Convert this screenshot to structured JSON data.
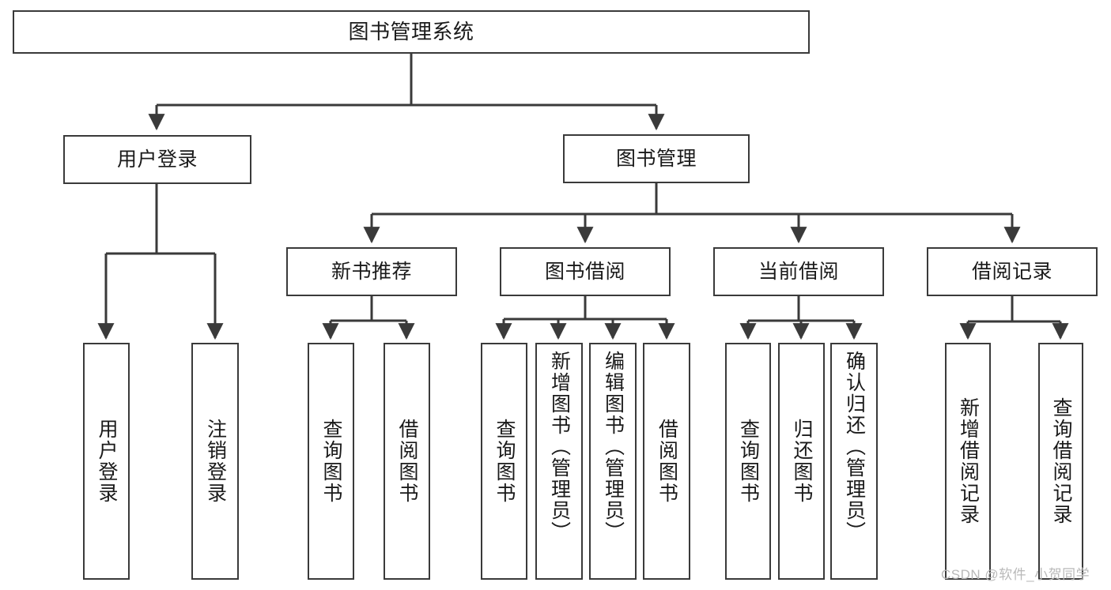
{
  "diagram": {
    "title": "图书管理系统",
    "type": "tree-hierarchy-diagram",
    "root": {
      "id": "root",
      "label": "图书管理系统"
    },
    "level2": [
      {
        "id": "user-login",
        "label": "用户登录"
      },
      {
        "id": "book-management",
        "label": "图书管理"
      }
    ],
    "level3": [
      {
        "id": "new-book-recommend",
        "label": "新书推荐"
      },
      {
        "id": "book-borrow",
        "label": "图书借阅"
      },
      {
        "id": "current-borrow",
        "label": "当前借阅"
      },
      {
        "id": "borrow-record",
        "label": "借阅记录"
      }
    ],
    "leaves": {
      "user_login": [
        {
          "id": "leaf-user-login",
          "label": "用户登录"
        },
        {
          "id": "leaf-logout-login",
          "label": "注销登录"
        }
      ],
      "new_book_recommend": [
        {
          "id": "leaf-query-book-1",
          "label": "查询图书"
        },
        {
          "id": "leaf-borrow-book-1",
          "label": "借阅图书"
        }
      ],
      "book_borrow": [
        {
          "id": "leaf-query-book-2",
          "label": "查询图书"
        },
        {
          "id": "leaf-add-book",
          "label": "新增图书（管理员）"
        },
        {
          "id": "leaf-edit-book",
          "label": "编辑图书（管理员）"
        },
        {
          "id": "leaf-borrow-book-2",
          "label": "借阅图书"
        }
      ],
      "current_borrow": [
        {
          "id": "leaf-query-book-3",
          "label": "查询图书"
        },
        {
          "id": "leaf-return-book",
          "label": "归还图书"
        },
        {
          "id": "leaf-confirm-return",
          "label": "确认归还（管理员）"
        }
      ],
      "borrow_record": [
        {
          "id": "leaf-add-borrow-record",
          "label": "新增借阅记录"
        },
        {
          "id": "leaf-query-borrow-record",
          "label": "查询借阅记录"
        }
      ]
    }
  },
  "watermark": {
    "text": "CSDN @软件_小贺同学"
  },
  "colors": {
    "border": "#3a3a3a",
    "background": "#ffffff",
    "text": "#1a1a1a",
    "watermark": "#b9b9b9"
  }
}
